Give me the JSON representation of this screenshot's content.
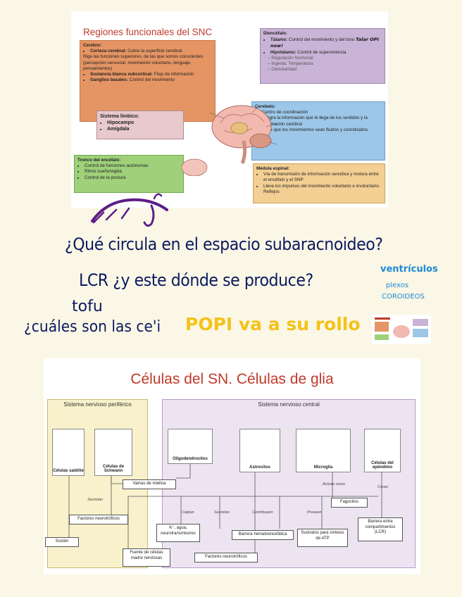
{
  "slide1": {
    "title": "Regiones funcionales del SNC",
    "cerebro": {
      "head": "Cerebro:",
      "item1_b": "Corteza cerebral:",
      "item1": " Cubre la superficie cerebral.",
      "para": "Rige las funciones superiores, de las que somos conscientes (percepción sensorial, movimiento voluntario, lenguaje, pensamientos)",
      "item2_b": "Sustancia blanca subcortical:",
      "item2": " Flujo de información",
      "item3_b": "Ganglios basales:",
      "item3": " Control del movimiento"
    },
    "limbico": {
      "head": "Sistema límbico:",
      "items": [
        "Hipocampo",
        "Amígdala"
      ]
    },
    "tronco": {
      "head": "Tronco del encéfalo:",
      "items": [
        "Control de funciones autónomas",
        "Ritmo sueño/vigilia",
        "Control de la postura"
      ]
    },
    "diencefalo": {
      "head": "Diencéfalo:",
      "talamo_b": "Tálamo:",
      "talamo": " Control del movimiento y del tono",
      "note": "Talar OPI now!",
      "hipo_b": "Hipotálamo:",
      "hipo": " Control de supervivencia",
      "subs": [
        "Regulación hormonal",
        "Ingesta, Temperatura",
        "Osmolaridad"
      ]
    },
    "cerebelo": {
      "head": "Cerebelo:",
      "items": [
        "Centro de coordinación",
        "Integra la información que le llega de los sentidos y la información cerebral",
        "Hace que los movimientos sean fluidos y coordinados"
      ]
    },
    "medula": {
      "head": "Médula espinal:",
      "items": [
        "Vía de transmisión de información sensitiva y motora entre el encéfalo y el SNP",
        "Lleva los impulsos del movimiento voluntario e involuntario. Reflejos"
      ]
    }
  },
  "handwriting": {
    "q1": "¿Qué circula en el espacio subaracnoideo?",
    "q2": "LCR ¿y este dónde se produce?",
    "tofu": "tofu",
    "q3": "¿cuáles son las ce'i",
    "popi": "POPI va a su rollo",
    "ventr": "ventrículos",
    "plexos": "plexos",
    "coroideos": "COROIDEOS"
  },
  "slide2": {
    "title": "Células del SN. Células de glia",
    "periferico": "Sistema nervioso periférico",
    "central": "Sistema nervioso central",
    "cells": {
      "satelite": "Células satélite",
      "schwann": "Células de Schwann",
      "oligo": "Oligodendrocitos",
      "astro": "Astrocitos",
      "micro": "Microglía",
      "epend": "Células del epéndimo"
    },
    "results": {
      "vainas": "Vainas de mielina",
      "factores1": "Factores neurotróficos",
      "sosten": "Sostén",
      "k": "K⁺, agua, neurotransmisores",
      "barrera_h": "Barrera hematoencefálica",
      "sustratos": "Sustratos para síntesis de ATP",
      "fagocitos": "Fagocitos",
      "barrera_c": "Barrera entre compartimentos (LCR)",
      "fuente": "Fuente de células madre nerviosas",
      "factores2": "Factores neurotróficos"
    },
    "verbs": {
      "secretan1": "Secretan",
      "captan": "Captan",
      "secretan2": "Secretan",
      "contribuyen": "Contribuyen",
      "proveen": "Proveen",
      "actuan": "Actúan como",
      "crean": "Crean"
    }
  },
  "colors": {
    "title_red": "#c0392b",
    "cerebro": "#e59564",
    "limbico": "#e8c9cc",
    "tronco": "#9fd07a",
    "diencefalo": "#c9b3d6",
    "cerebelo": "#9cc7e8",
    "medula": "#f3cf93",
    "ink_blue": "#0b1a60",
    "ink_yellow": "#f4c21a",
    "ink_lightblue": "#1e88d6"
  }
}
